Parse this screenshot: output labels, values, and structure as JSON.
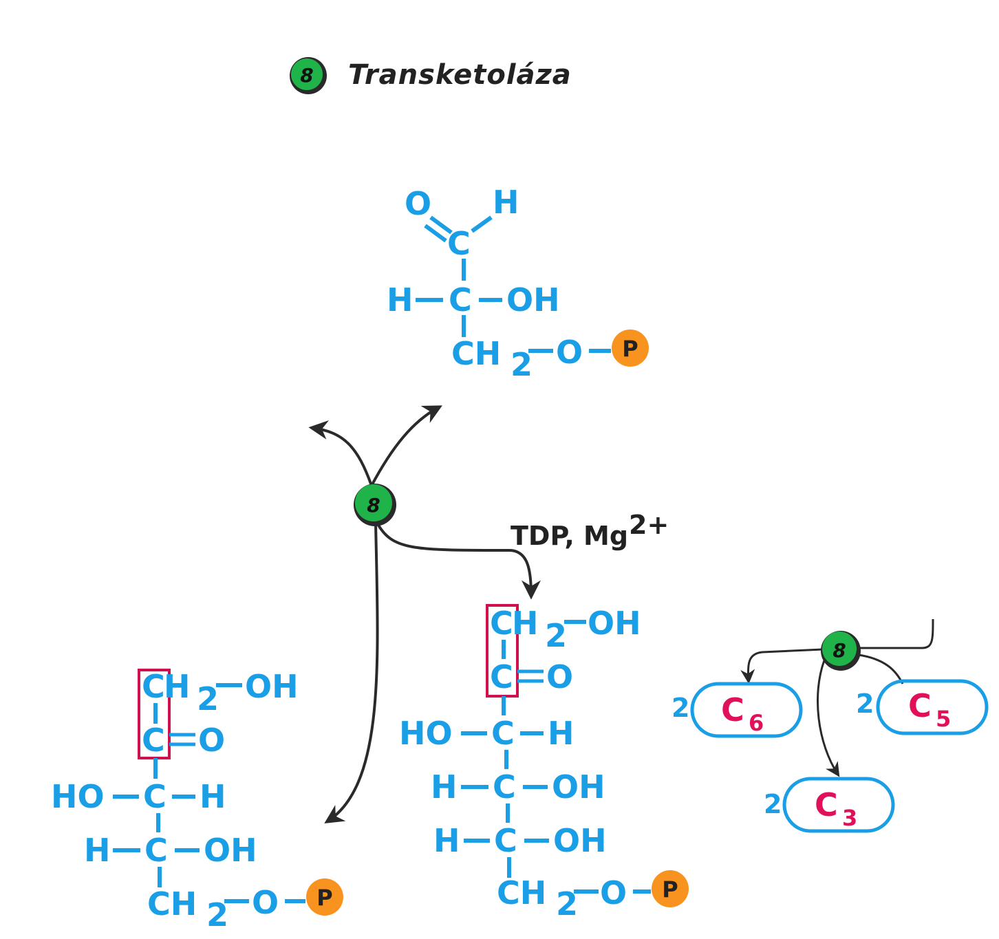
{
  "colors": {
    "molecule": "#1a9ee6",
    "phosphate_fill": "#f7931e",
    "enzyme_fill": "#1fb34a",
    "highlight_box": "#d0104c",
    "carbon_label": "#e0105a",
    "arrow": "#2a2a2a"
  },
  "header": {
    "enzyme_number": "8",
    "title": "Transketoláza"
  },
  "enzyme_badge": "8",
  "cofactors": {
    "main": "TDP, Mg",
    "superscript": "2+"
  },
  "phosphate_label": "P",
  "glyceraldehyde": {
    "o": "O",
    "h": "H",
    "c": "C",
    "row2_left": "H",
    "row2_c": "C",
    "row2_right": "OH",
    "row3_ch": "CH",
    "row3_sub": "2",
    "row3_o": "O"
  },
  "left_ketose": {
    "r1_c": "C",
    "r1_rest": "H",
    "r1_sub": "2",
    "r1_oh": "OH",
    "r2_c": "C",
    "r2_o": "O",
    "r3": [
      "HO",
      "C",
      "H"
    ],
    "r4": [
      "H",
      "C",
      "OH"
    ],
    "r5_ch": "CH",
    "r5_sub": "2",
    "r5_o": "O"
  },
  "right_ketose": {
    "r1_c": "C",
    "r1_rest": "H",
    "r1_sub": "2",
    "r1_oh": "OH",
    "r2_c": "C",
    "r2_o": "O",
    "r3": [
      "HO",
      "C",
      "H"
    ],
    "r4": [
      "H",
      "C",
      "OH"
    ],
    "r5": [
      "H",
      "C",
      "OH"
    ],
    "r6_ch": "CH",
    "r6_sub": "2",
    "r6_o": "O"
  },
  "summary": {
    "enzyme_badge": "8",
    "c6": {
      "coefficient": "2",
      "letter": "C",
      "subscript": "6"
    },
    "c5": {
      "coefficient": "2",
      "letter": "C",
      "subscript": "5"
    },
    "c3": {
      "coefficient": "2",
      "letter": "C",
      "subscript": "3"
    }
  }
}
